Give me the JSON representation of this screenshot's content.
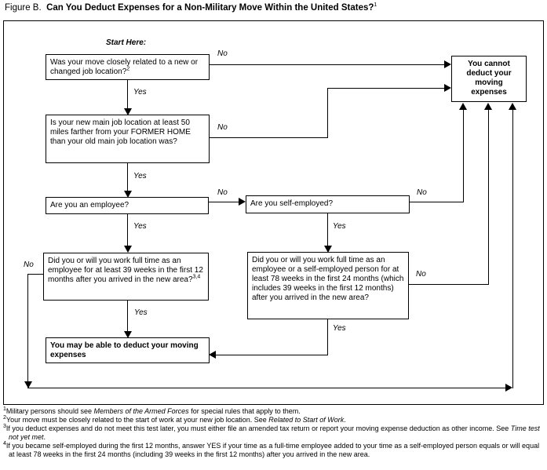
{
  "title": {
    "prefix": "Figure B.",
    "text": "Can You Deduct Expenses for a Non-Military Move Within the United States?",
    "sup": "1"
  },
  "flowchart": {
    "start_label": "Start Here:",
    "labels": {
      "no": "No",
      "yes": "Yes"
    },
    "boxes": {
      "q1": {
        "text": "Was your move closely related to a new or changed job location?",
        "sup": "2"
      },
      "q2": {
        "text": "Is your new main job location at least 50 miles farther from your FORMER HOME than your old main job location was?"
      },
      "q3": {
        "text": "Are you an employee?"
      },
      "q4": {
        "text": "Are you self-employed?"
      },
      "q5": {
        "text": "Did you or will you work full time as an employee for at least 39 weeks in the first 12 months after you arrived in the new area?",
        "sup": "3,4"
      },
      "q6": {
        "text": "Did you or will you work full time as an employee or a self-employed person for at least 78 weeks in the first 24 months (which includes 39 weeks in the first 12 months) after you arrived in the new area?"
      },
      "may_deduct": {
        "text": "You may be able to deduct your moving expenses"
      },
      "cannot_deduct": {
        "text": "You cannot deduct your moving expenses"
      }
    }
  },
  "footnotes": [
    {
      "sup": "1",
      "pre": "Military persons should see ",
      "italic": "Members of the Armed Forces",
      "post": " for special rules that apply to them."
    },
    {
      "sup": "2",
      "pre": "Your move must be closely related to the start of work at your new job location. See ",
      "italic": "Related to Start of Work",
      "post": "."
    },
    {
      "sup": "3",
      "pre": "If you deduct expenses and do not meet this test later, you must either file an amended tax return or report your moving expense deduction as other income. See ",
      "italic": "Time test not yet met",
      "post": "."
    },
    {
      "sup": "4",
      "pre": "If you became self-employed during the first 12 months, answer YES if your time as a full-time employee added to your time as a self-employed person equals or will equal at least 78 weeks in the first 24 months (including 39 weeks in the first 12 months) after you arrived in the new area.",
      "italic": "",
      "post": ""
    }
  ]
}
